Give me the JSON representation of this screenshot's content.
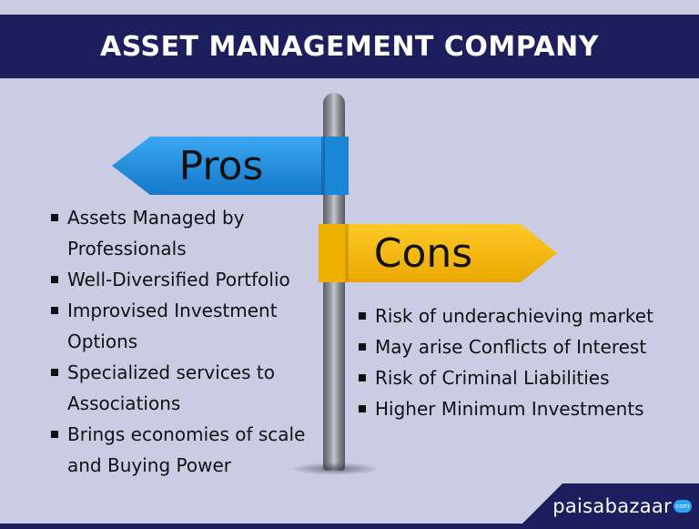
{
  "header": {
    "title": "ASSET MANAGEMENT COMPANY"
  },
  "pros": {
    "label": "Pros",
    "items": [
      "Assets Managed by Professionals",
      "Well-Diversified Portfolio",
      "Improvised Investment Options",
      "Specialized services to Associations",
      "Brings economies of scale and Buying Power"
    ]
  },
  "cons": {
    "label": "Cons",
    "items": [
      "Risk of underachieving market",
      "May arise Conflicts of Interest",
      "Risk of Criminal Liabilities",
      "Higher Minimum Investments"
    ]
  },
  "footer": {
    "brand": "paisabazaar",
    "badge": "com"
  },
  "colors": {
    "header_bg": "#1c1e5e",
    "background": "#c9cce3",
    "pros_sign": "#1f8fe0",
    "cons_sign": "#f5b800"
  }
}
